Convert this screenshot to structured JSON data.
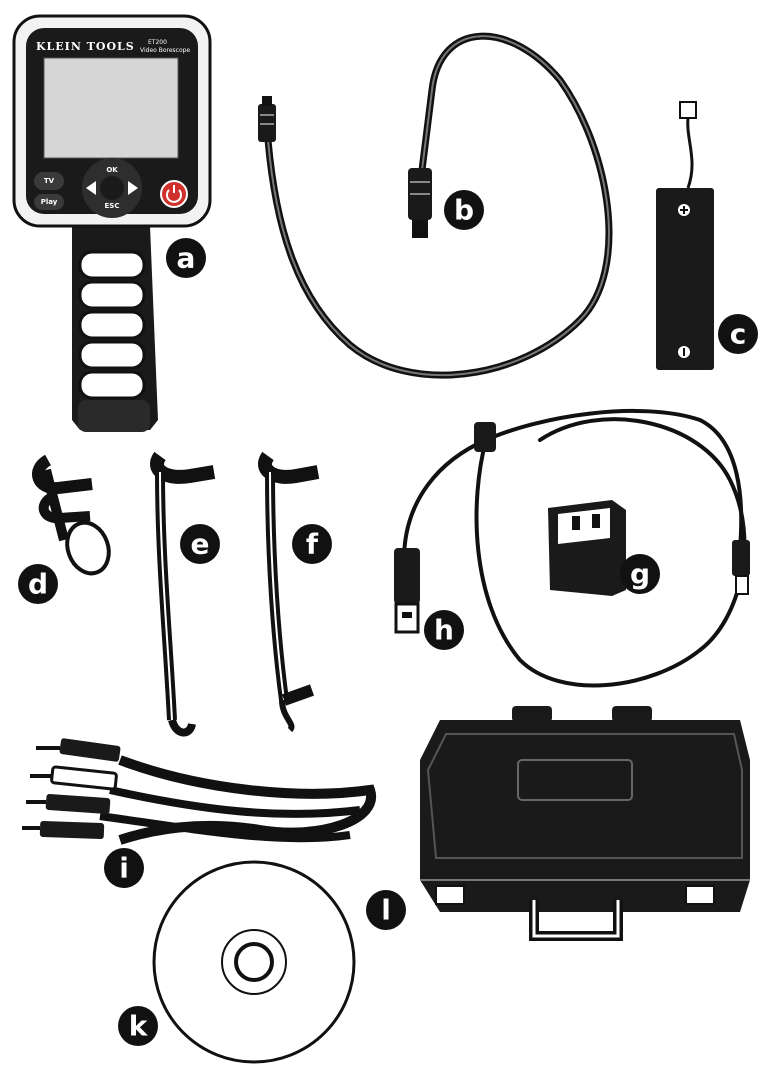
{
  "device": {
    "brand": "KLEIN TOOLS",
    "model": "ET200",
    "subtitle": "Video Borescope",
    "buttons": {
      "ok": "OK",
      "esc": "ESC",
      "top_left": "TV",
      "bottom_left": "Play"
    }
  },
  "callouts": [
    {
      "id": "a",
      "label": "a"
    },
    {
      "id": "b",
      "label": "b"
    },
    {
      "id": "c",
      "label": "c"
    },
    {
      "id": "d",
      "label": "d"
    },
    {
      "id": "e",
      "label": "e"
    },
    {
      "id": "f",
      "label": "f"
    },
    {
      "id": "g",
      "label": "g"
    },
    {
      "id": "h",
      "label": "h"
    },
    {
      "id": "i",
      "label": "i"
    },
    {
      "id": "k",
      "label": "k"
    },
    {
      "id": "l",
      "label": "l"
    }
  ],
  "colors": {
    "ink": "#111111",
    "screen": "#d6d6d6",
    "power": "#d0302b",
    "paper": "#ffffff"
  }
}
